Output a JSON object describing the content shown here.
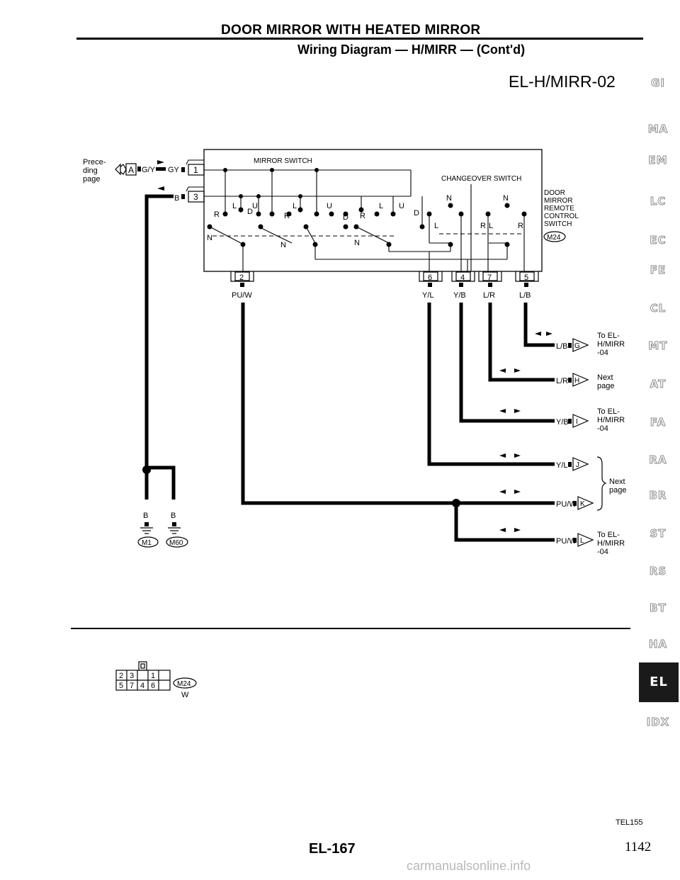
{
  "header": {
    "title": "DOOR MIRROR WITH HEATED MIRROR",
    "subtitle": "Wiring Diagram — H/MIRR — (Cont'd)",
    "diagram_code": "EL-H/MIRR-02"
  },
  "side_tabs": [
    {
      "label": "GI"
    },
    {
      "label": "MA"
    },
    {
      "label": "EM"
    },
    {
      "label": "LC"
    },
    {
      "label": "EC"
    },
    {
      "label": "FE"
    },
    {
      "label": "CL"
    },
    {
      "label": "MT"
    },
    {
      "label": "AT"
    },
    {
      "label": "FA"
    },
    {
      "label": "RA"
    },
    {
      "label": "BR"
    },
    {
      "label": "ST"
    },
    {
      "label": "RS"
    },
    {
      "label": "BT"
    },
    {
      "label": "HA"
    },
    {
      "label": "EL",
      "active": true
    },
    {
      "label": "IDX"
    }
  ],
  "diagram": {
    "preceding_page": [
      "Prece-",
      "ding",
      "page"
    ],
    "connector_a": "A",
    "wire_gy_left": "G/Y",
    "wire_gy_right": "GY",
    "wire_b": "B",
    "pin1": "1",
    "pin3": "3",
    "mirror_switch": "MIRROR SWITCH",
    "changeover_switch": "CHANGEOVER SWITCH",
    "remote_control": [
      "DOOR",
      "MIRROR",
      "REMOTE",
      "CONTROL",
      "SWITCH"
    ],
    "connector_m24": "M24",
    "contact_labels": {
      "L": "L",
      "U": "U",
      "R": "R",
      "D": "D",
      "N": "N"
    },
    "bottom_pins": [
      {
        "pin": "2",
        "wire": "PU/W"
      },
      {
        "pin": "6",
        "wire": "Y/L"
      },
      {
        "pin": "4",
        "wire": "Y/B"
      },
      {
        "pin": "7",
        "wire": "L/R"
      },
      {
        "pin": "5",
        "wire": "L/B"
      }
    ],
    "grounds": [
      {
        "wire": "B",
        "connector": "M1"
      },
      {
        "wire": "B",
        "connector": "M60"
      }
    ],
    "outputs": [
      {
        "wire": "L/B",
        "letter": "G",
        "dest": [
          "To EL-",
          "H/MIRR",
          "-04"
        ]
      },
      {
        "wire": "L/R",
        "letter": "H",
        "dest": [
          "Next",
          "page"
        ]
      },
      {
        "wire": "Y/B",
        "letter": "I",
        "dest": [
          "To EL-",
          "H/MIRR",
          "-04"
        ]
      },
      {
        "wire": "Y/L",
        "letter": "J",
        "dest": []
      },
      {
        "wire": "PU/W",
        "letter": "K",
        "dest": []
      },
      {
        "wire": "PU/W",
        "letter": "L",
        "dest": [
          "To EL-",
          "H/MIRR",
          "-04"
        ]
      }
    ],
    "bracket_dest": [
      "Next",
      "page"
    ]
  },
  "connector_face": {
    "top_row": [
      "2",
      "3",
      "",
      "1",
      ""
    ],
    "bottom_row": [
      "5",
      "7",
      "4",
      "6",
      ""
    ],
    "connector": "M24",
    "color": "W"
  },
  "footer": {
    "ref_code": "TEL155",
    "page": "EL-167",
    "page_counter": "1142",
    "watermark": "carmanualsonline.info"
  }
}
